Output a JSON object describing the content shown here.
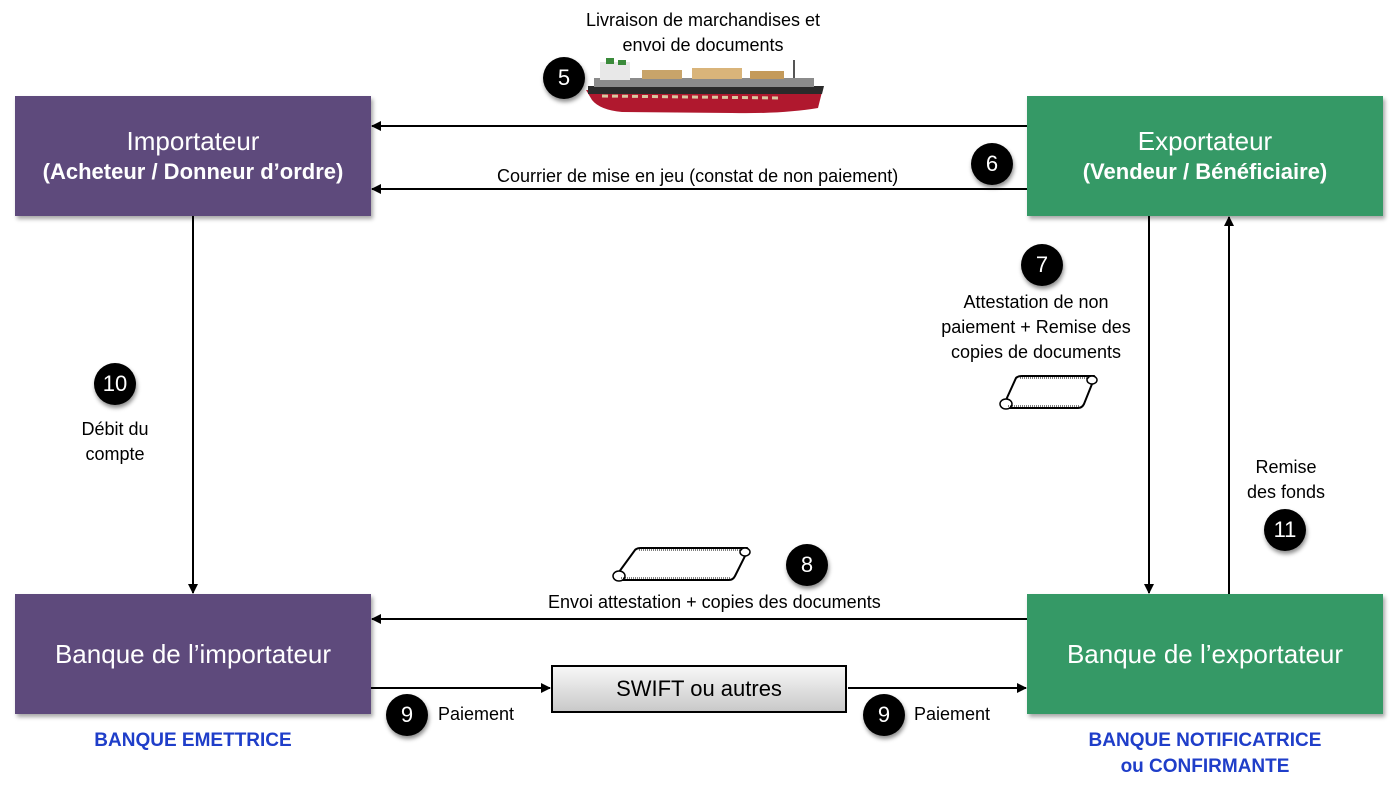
{
  "colors": {
    "importer": "#5e4a7c",
    "exporter": "#359966",
    "bank_label": "#1f3ec9"
  },
  "boxes": {
    "importer": {
      "title": "Importateur",
      "subtitle": "(Acheteur / Donneur d’ordre)"
    },
    "exporter": {
      "title": "Exportateur",
      "subtitle": "(Vendeur / Bénéficiaire)"
    },
    "importer_bank": {
      "title": "Banque de l’importateur"
    },
    "exporter_bank": {
      "title": "Banque de l’exportateur"
    },
    "swift": {
      "title": "SWIFT ou autres"
    }
  },
  "bank_labels": {
    "issuing": "BANQUE EMETTRICE",
    "notifying_line1": "BANQUE NOTIFICATRICE",
    "notifying_line2": "ou CONFIRMANTE"
  },
  "steps": [
    {
      "number": "5",
      "line1": "Livraison de marchandises et",
      "line2": "envoi de documents"
    },
    {
      "number": "6",
      "line1": "Courrier de mise en jeu (constat de non paiement)"
    },
    {
      "number": "7",
      "line1": "Attestation de non",
      "line2": "paiement + Remise des",
      "line3": "copies de documents"
    },
    {
      "number": "8",
      "line1": "Envoi attestation + copies des documents"
    },
    {
      "number": "9",
      "line1": "Paiement"
    },
    {
      "number": "9",
      "line1": "Paiement"
    },
    {
      "number": "10",
      "line1": "Débit du",
      "line2": "compte"
    },
    {
      "number": "11",
      "line1": "Remise",
      "line2": "des fonds"
    }
  ],
  "icons": {
    "ship": "cargo-ship-icon",
    "scroll": "document-scroll-icon"
  }
}
